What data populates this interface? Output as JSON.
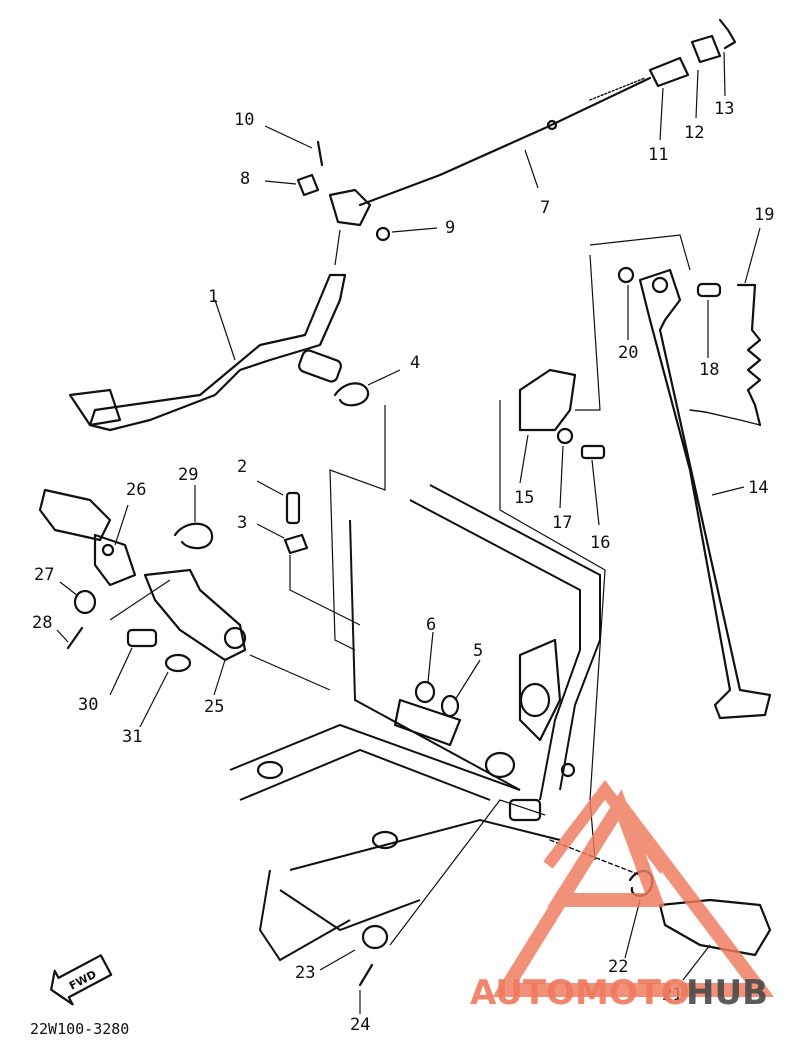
{
  "diagram": {
    "callouts": [
      {
        "id": "1",
        "label": "1"
      },
      {
        "id": "2",
        "label": "2"
      },
      {
        "id": "3",
        "label": "3"
      },
      {
        "id": "4",
        "label": "4"
      },
      {
        "id": "5",
        "label": "5"
      },
      {
        "id": "6",
        "label": "6"
      },
      {
        "id": "7",
        "label": "7"
      },
      {
        "id": "8",
        "label": "8"
      },
      {
        "id": "9",
        "label": "9"
      },
      {
        "id": "10",
        "label": "10"
      },
      {
        "id": "11",
        "label": "11"
      },
      {
        "id": "12",
        "label": "12"
      },
      {
        "id": "13",
        "label": "13"
      },
      {
        "id": "14",
        "label": "14"
      },
      {
        "id": "15",
        "label": "15"
      },
      {
        "id": "16",
        "label": "16"
      },
      {
        "id": "17",
        "label": "17"
      },
      {
        "id": "18",
        "label": "18"
      },
      {
        "id": "19",
        "label": "19"
      },
      {
        "id": "20",
        "label": "20"
      },
      {
        "id": "21",
        "label": "21"
      },
      {
        "id": "22",
        "label": "22"
      },
      {
        "id": "23",
        "label": "23"
      },
      {
        "id": "24",
        "label": "24"
      },
      {
        "id": "25",
        "label": "25"
      },
      {
        "id": "26",
        "label": "26"
      },
      {
        "id": "27",
        "label": "27"
      },
      {
        "id": "28",
        "label": "28"
      },
      {
        "id": "29",
        "label": "29"
      },
      {
        "id": "30",
        "label": "30"
      },
      {
        "id": "31",
        "label": "31"
      }
    ],
    "fwd_label": "FWD",
    "diagram_code": "22W100-3280"
  },
  "watermark": {
    "text_part1": "AUTOMOTO",
    "text_part2": "HUB",
    "color_primary": "#f07a5e",
    "color_secondary": "#4a4a4a"
  }
}
